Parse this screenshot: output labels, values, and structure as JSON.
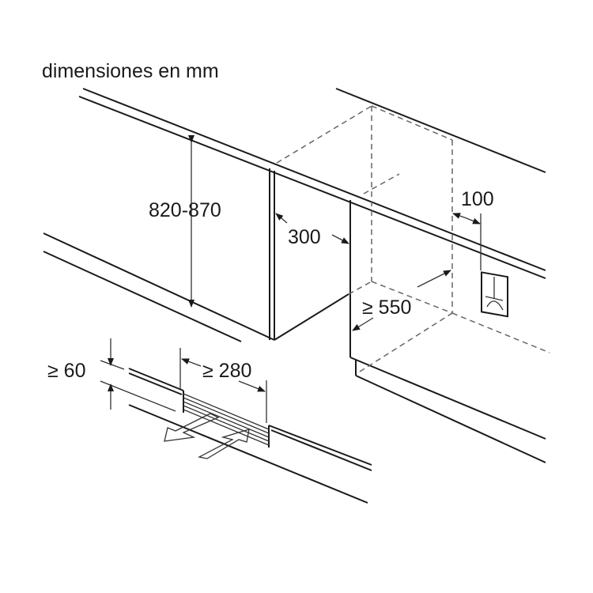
{
  "title": "dimensiones en mm",
  "dimensions": {
    "height": "820-870",
    "side_gap": "300",
    "socket_offset": "100",
    "depth": "≥ 550",
    "vent_height": "≥ 60",
    "vent_width": "≥ 280"
  }
}
